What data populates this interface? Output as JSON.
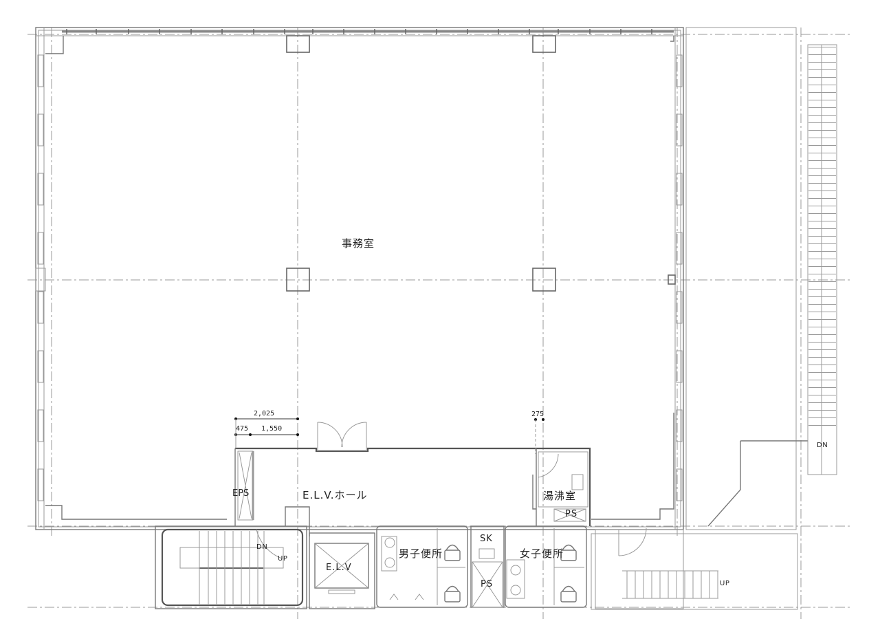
{
  "plan": {
    "rooms": {
      "office": "事務室",
      "elevator_hall": "E.L.V.ホール",
      "eps": "EPS",
      "kitchenette": "湯沸室",
      "ps_kitchen": "PS",
      "mens_toilet": "男子便所",
      "womens_toilet": "女子便所",
      "sk": "SK",
      "ps_center": "PS",
      "elevator": "E.L.V"
    },
    "stairs": {
      "left_dn": "DN",
      "left_up": "UP",
      "right_up": "UP",
      "exterior_dn": "DN"
    },
    "dimensions": {
      "total_width": "2,025",
      "eps_width": "475",
      "hall_offset": "1,550",
      "kitchen_offset": "275"
    }
  }
}
